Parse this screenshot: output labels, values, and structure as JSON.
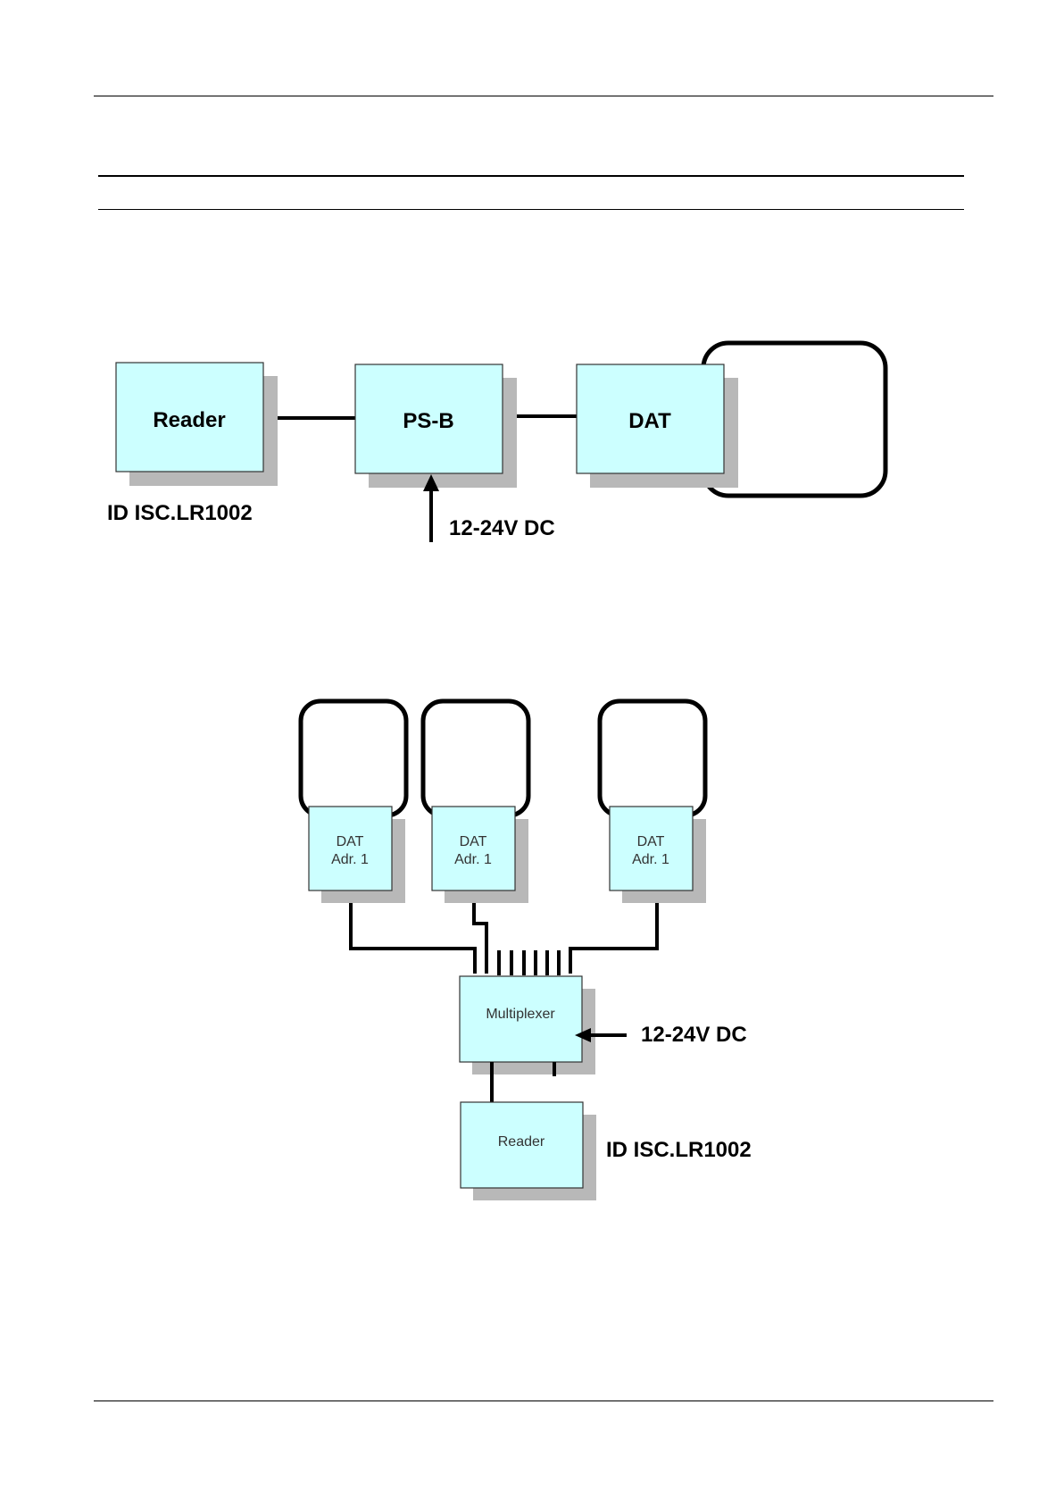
{
  "diagram1": {
    "reader_label": "Reader",
    "psb_label": "PS-B",
    "dat_label": "DAT",
    "model_label": "ID ISC.LR1002",
    "power_label": "12-24V DC"
  },
  "diagram2": {
    "dat_units": [
      {
        "line1": "DAT",
        "line2": "Adr. 1"
      },
      {
        "line1": "DAT",
        "line2": "Adr. 1"
      },
      {
        "line1": "DAT",
        "line2": "Adr. 1"
      }
    ],
    "multiplexer_label": "Multiplexer",
    "reader_label": "Reader",
    "power_label": "12-24V DC",
    "model_label": "ID ISC.LR1002"
  }
}
